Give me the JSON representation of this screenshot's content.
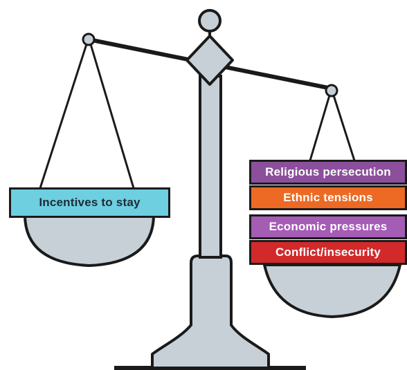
{
  "colors": {
    "metal": "#c7d0d6",
    "stroke": "#1a1a1a",
    "incentives": "#6dcfe0",
    "religious": "#8b4f9c",
    "ethnic": "#ec6a24",
    "economic": "#a55cb5",
    "conflict": "#d22a2b"
  },
  "left_pan": {
    "label": "Incentives to stay"
  },
  "right_pan": {
    "labels": [
      "Religious persecution",
      "Ethnic tensions",
      "Economic pressures",
      "Conflict/insecurity"
    ]
  }
}
